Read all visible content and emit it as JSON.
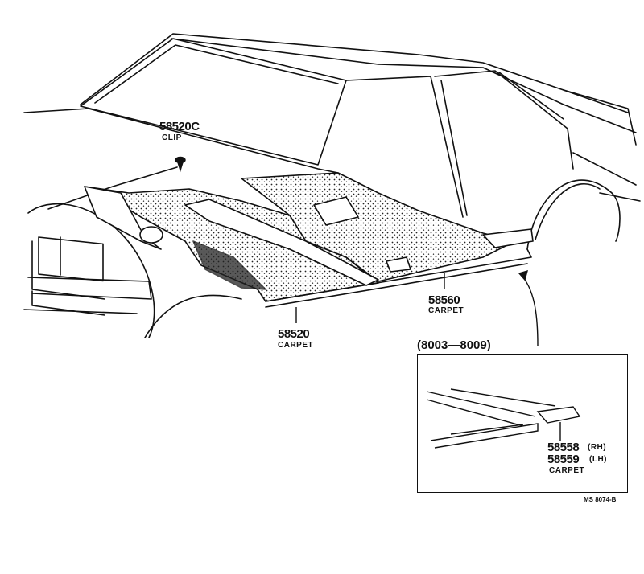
{
  "labels": {
    "clip_part": "58520C",
    "clip_name": "CLIP",
    "front_carpet_part": "58520",
    "front_carpet_name": "CARPET",
    "rear_carpet_part": "58560",
    "rear_carpet_name": "CARPET",
    "inset_range": "(8003—8009)",
    "inset_part_rh": "58558",
    "inset_side_rh": "(RH)",
    "inset_part_lh": "58559",
    "inset_side_lh": "(LH)",
    "inset_name": "CARPET",
    "figure_code": "MS 8074-B"
  },
  "colors": {
    "line": "#111111",
    "stipple": "#222222",
    "background": "#ffffff"
  }
}
